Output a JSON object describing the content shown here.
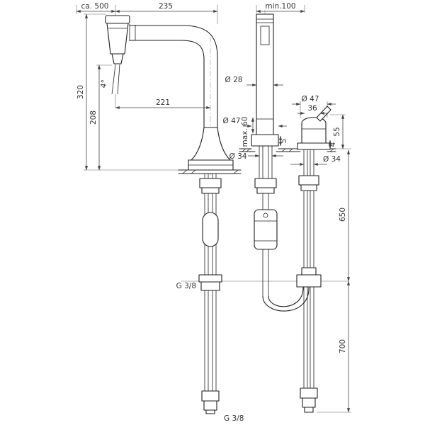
{
  "drawing": {
    "colors": {
      "object_line": "#1f1f1f",
      "dimension_line": "#444444",
      "background": "#ffffff"
    },
    "dims": {
      "ca500": "ca. 500",
      "w235": "235",
      "min100": "min.100",
      "h320": "320",
      "h208": "208",
      "angle4": "4°",
      "reach221": "221",
      "dia28": "Ø 28",
      "dia47_spout": "Ø 47",
      "max60": "max. 60",
      "h5": "5",
      "dia34_spout": "Ø 34",
      "dia47_handle": "Ø 47",
      "w36": "36",
      "h4": "4",
      "h55": "55",
      "dia34_handle": "Ø 34",
      "h650": "650",
      "h700": "700",
      "g38_side": "G 3/8",
      "g38_bottom": "G 3/8"
    }
  }
}
